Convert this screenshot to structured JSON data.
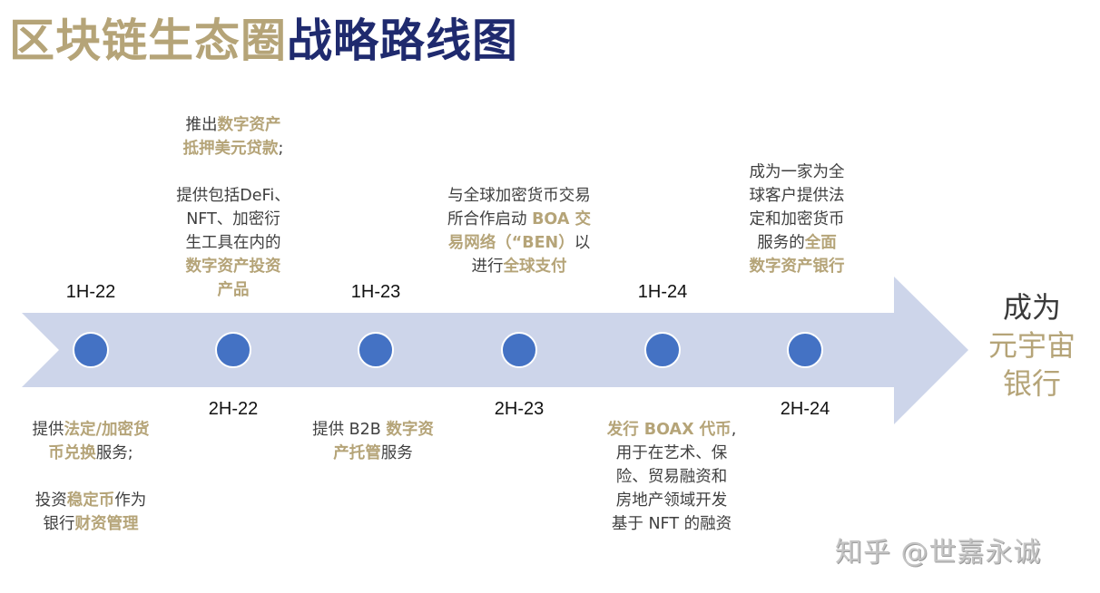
{
  "title": {
    "part1": "区块链生态圈",
    "part2": "战略路线图",
    "colors": {
      "part1": "#B5A478",
      "part2": "#1F2A6E"
    }
  },
  "timeline": {
    "band_color": "#CDD5EA",
    "dot_color": "#4472C4",
    "milestones": [
      {
        "period": "1H-22",
        "label_position": "above"
      },
      {
        "period": "2H-22",
        "label_position": "below"
      },
      {
        "period": "1H-23",
        "label_position": "above"
      },
      {
        "period": "2H-23",
        "label_position": "below"
      },
      {
        "period": "1H-24",
        "label_position": "above"
      },
      {
        "period": "2H-24",
        "label_position": "below"
      }
    ]
  },
  "notes": {
    "n_1H22": {
      "l1a": "提供",
      "l1b": "法定/加密货",
      "l2a": "币兑换",
      "l2b": "服务;",
      "l3a": "投资",
      "l3b": "稳定币",
      "l3c": "作为",
      "l4a": "银行",
      "l4b": "财资管理"
    },
    "n_2H22": {
      "l1a": "推出",
      "l1b": "数字资产",
      "l2a": "抵押美元贷款",
      "l2b": ";",
      "l3": "提供包括DeFi、",
      "l4": "NFT、加密衍",
      "l5": "生工具在内的",
      "l6": "数字资产投资",
      "l7": "产品"
    },
    "n_1H23": {
      "l1a": "提供 B2B ",
      "l1b": "数字资",
      "l2a": "产托管",
      "l2b": "服务"
    },
    "n_2H23": {
      "l1": "与全球加密货币交易",
      "l2a": "所合作启动 ",
      "l2b": "BOA 交",
      "l3a": "易网络（“BEN）",
      "l3b": "以",
      "l4a": "进行",
      "l4b": "全球支付"
    },
    "n_1H24": {
      "l1a": "发行 BOAX 代币",
      "l1b": ",",
      "l2": "用于在艺术、保",
      "l3": "险、贸易融资和",
      "l4": "房地产领域开发",
      "l5": "基于 NFT 的融资"
    },
    "n_2H24": {
      "l1": "成为一家为全",
      "l2": "球客户提供法",
      "l3": "定和加密货币",
      "l4a": "服务的",
      "l4b": "全面",
      "l5": "数字资产银行"
    }
  },
  "goal": {
    "line1": "成为",
    "line2": "元宇宙",
    "line3": "银行"
  },
  "watermark": "知乎 @世嘉永诚"
}
